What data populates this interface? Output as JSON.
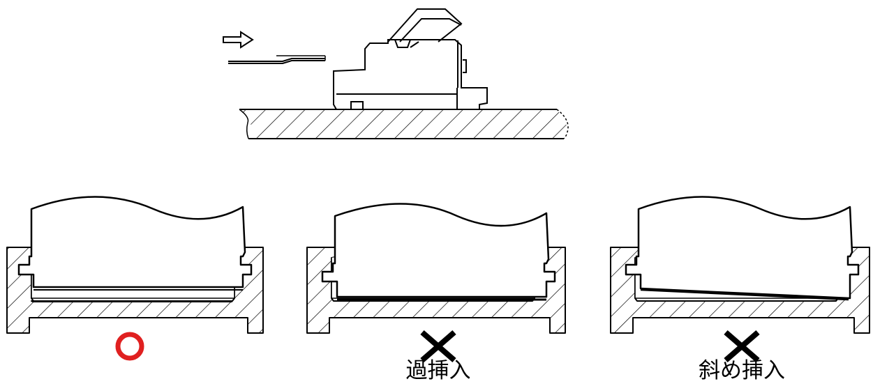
{
  "figure": {
    "colors": {
      "line": "#000000",
      "correct_mark": "#e02020",
      "background": "#ffffff"
    },
    "top_view": {
      "arrow_icon": "right-arrow-icon"
    },
    "panels": [
      {
        "id": "correct",
        "mark_icon": "circle-icon",
        "caption": ""
      },
      {
        "id": "over-insertion",
        "mark_icon": "cross-icon",
        "caption": "過挿入"
      },
      {
        "id": "slanted-insertion",
        "mark_icon": "cross-icon",
        "caption": "斜め挿入"
      }
    ]
  }
}
